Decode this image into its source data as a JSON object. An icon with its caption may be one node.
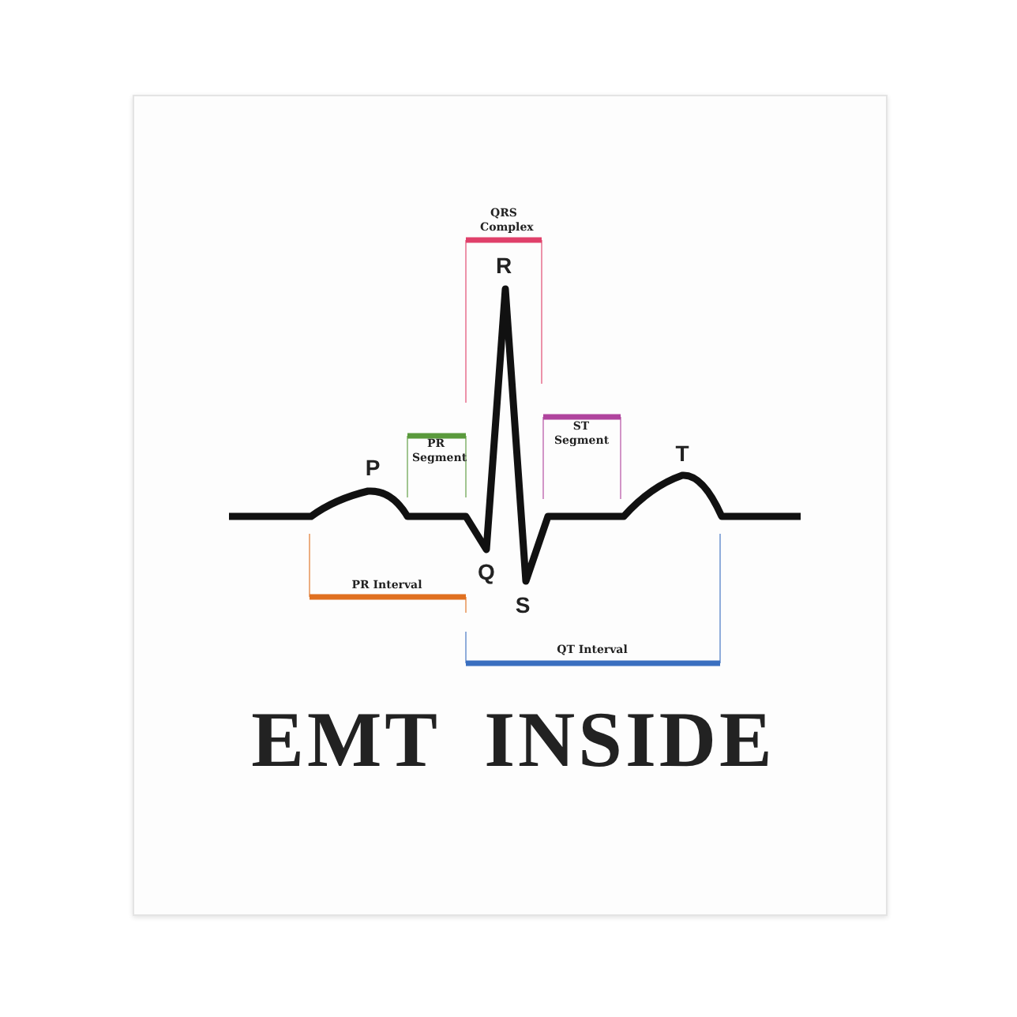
{
  "diagram": {
    "title": "EMT INSIDE",
    "labels": [
      "QRS Complex",
      "R",
      "PR Segment",
      "ST Segment",
      "P",
      "T",
      "Q",
      "S",
      "PR Interval",
      "QT Interval"
    ]
  }
}
